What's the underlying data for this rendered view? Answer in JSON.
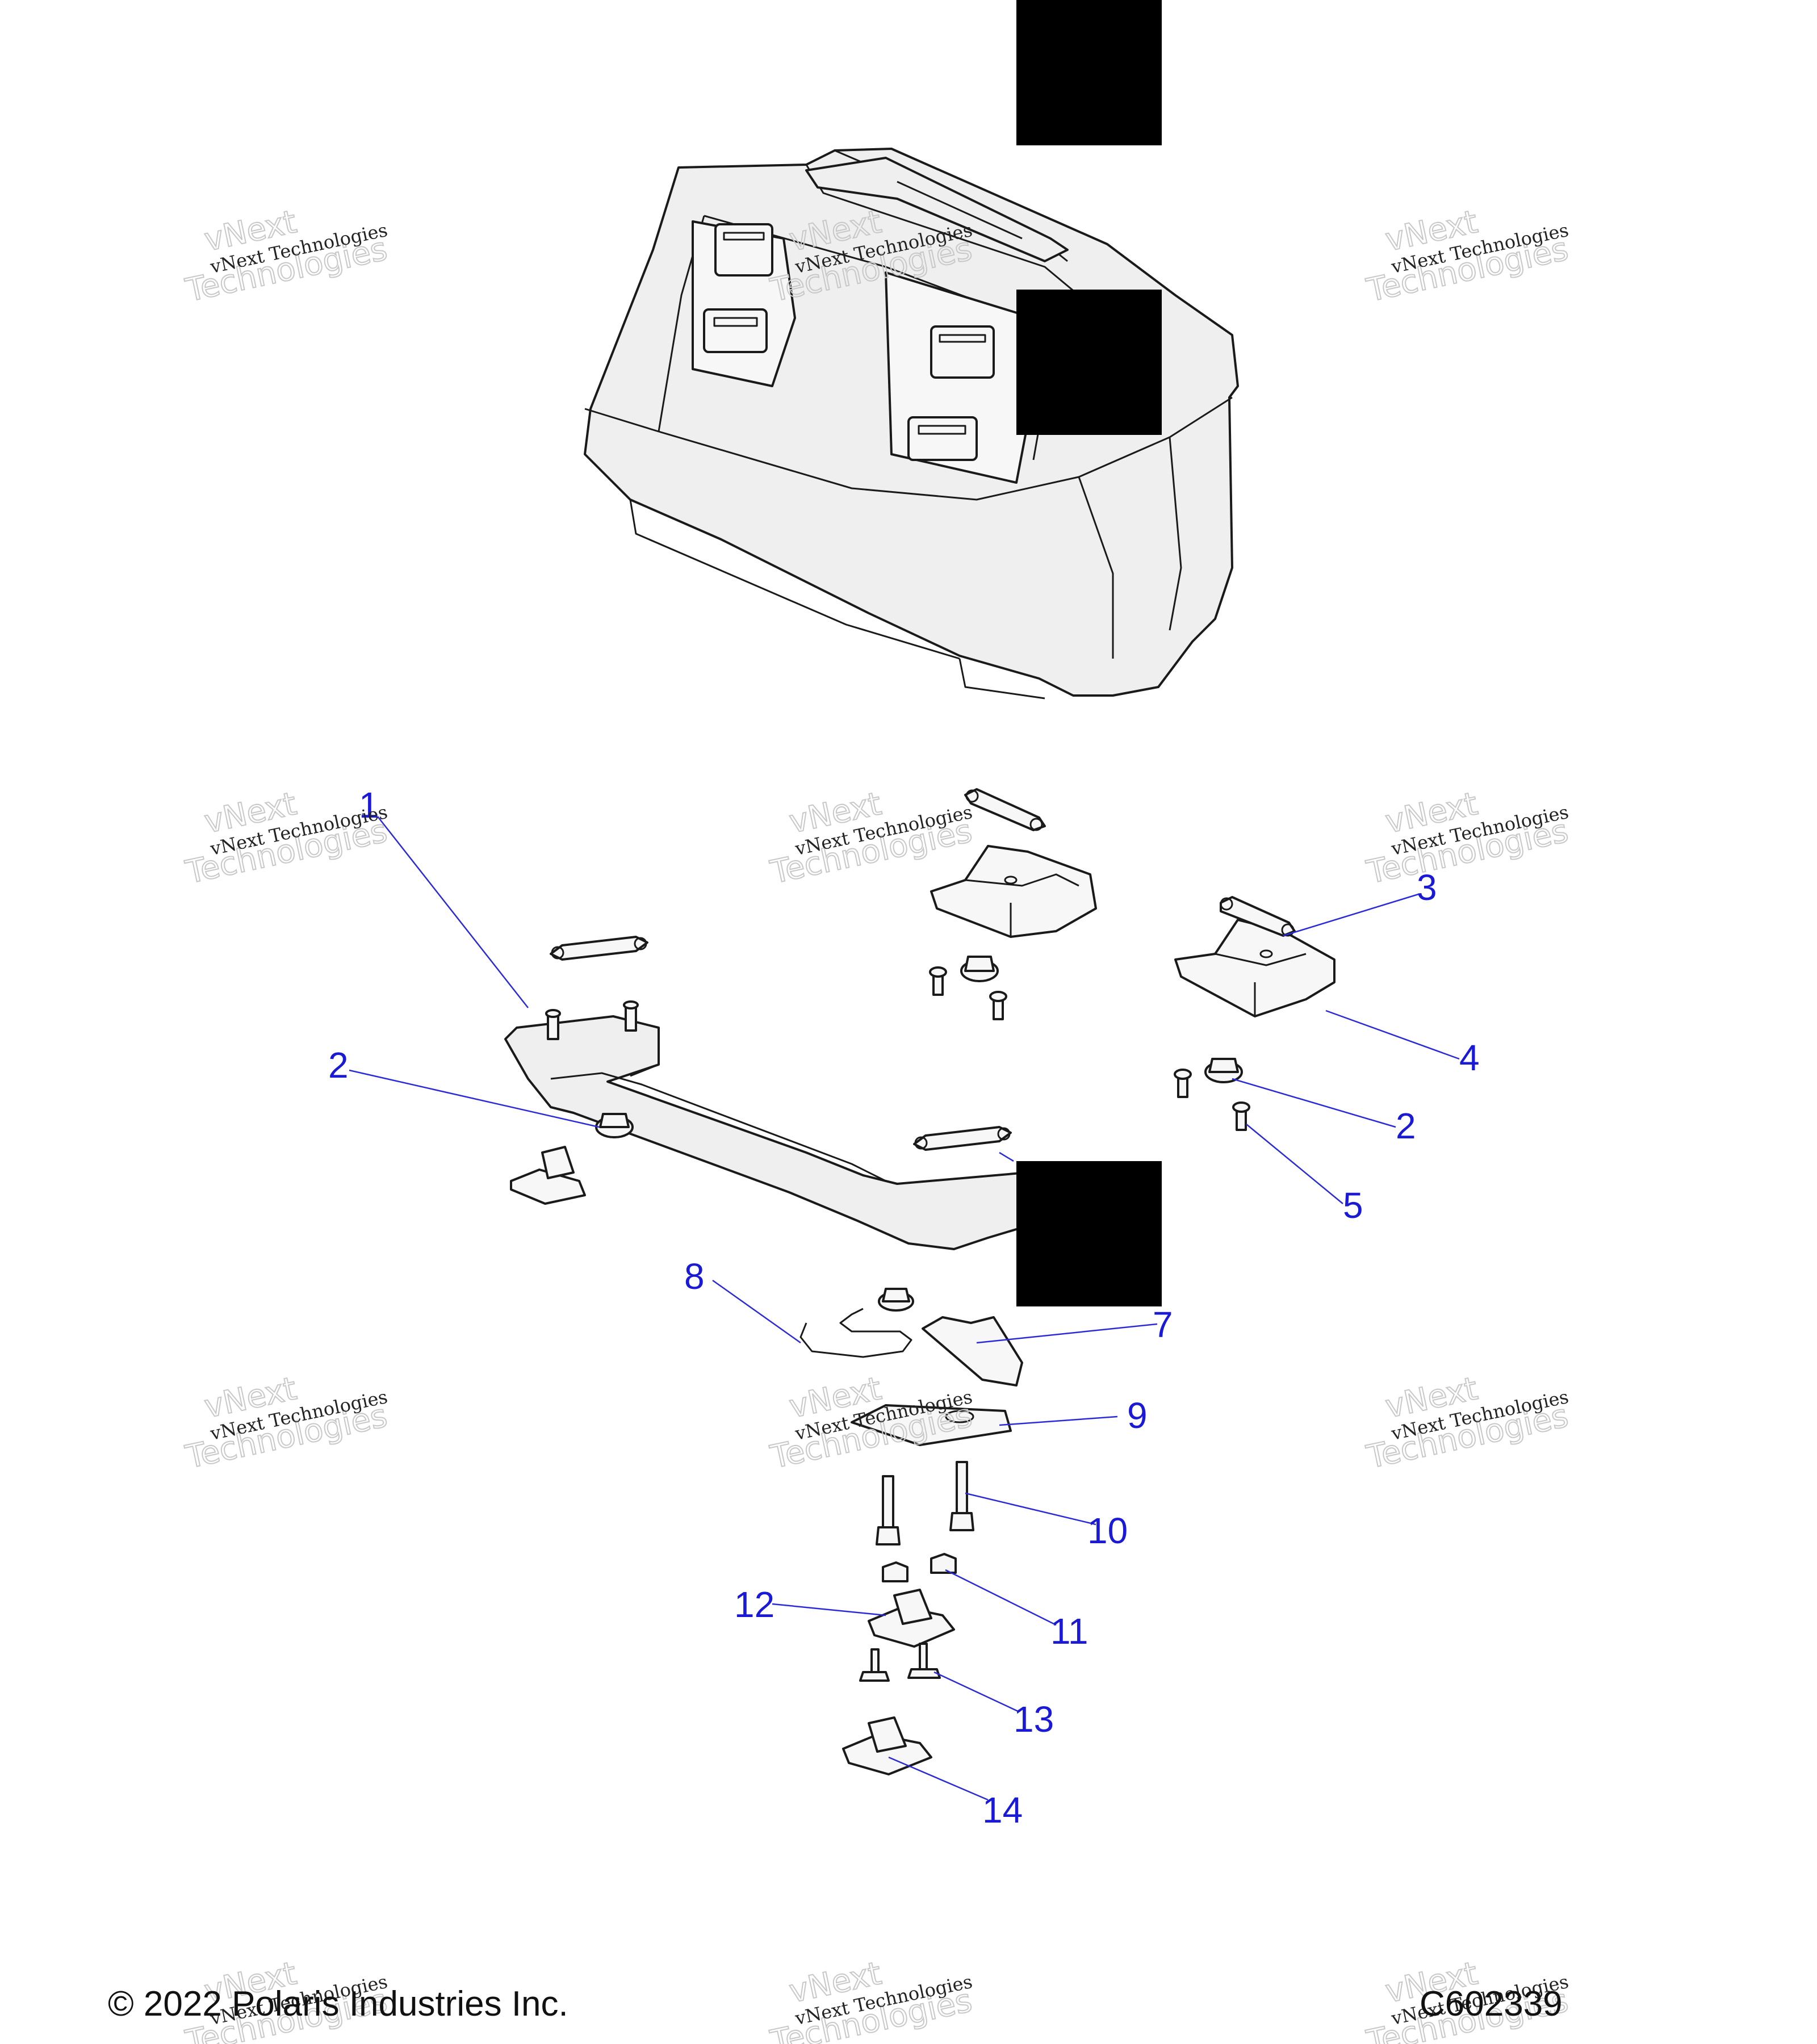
{
  "watermark": {
    "line1": "vNext Technologies",
    "line2": "vNext",
    "line3": "Technologies"
  },
  "callouts": [
    "1",
    "2",
    "3",
    "4",
    "2",
    "5",
    "7",
    "8",
    "9",
    "10",
    "11",
    "12",
    "13",
    "14"
  ],
  "footer": {
    "copyright": "© 2022 Polaris Industries Inc.",
    "code": "C602339"
  }
}
